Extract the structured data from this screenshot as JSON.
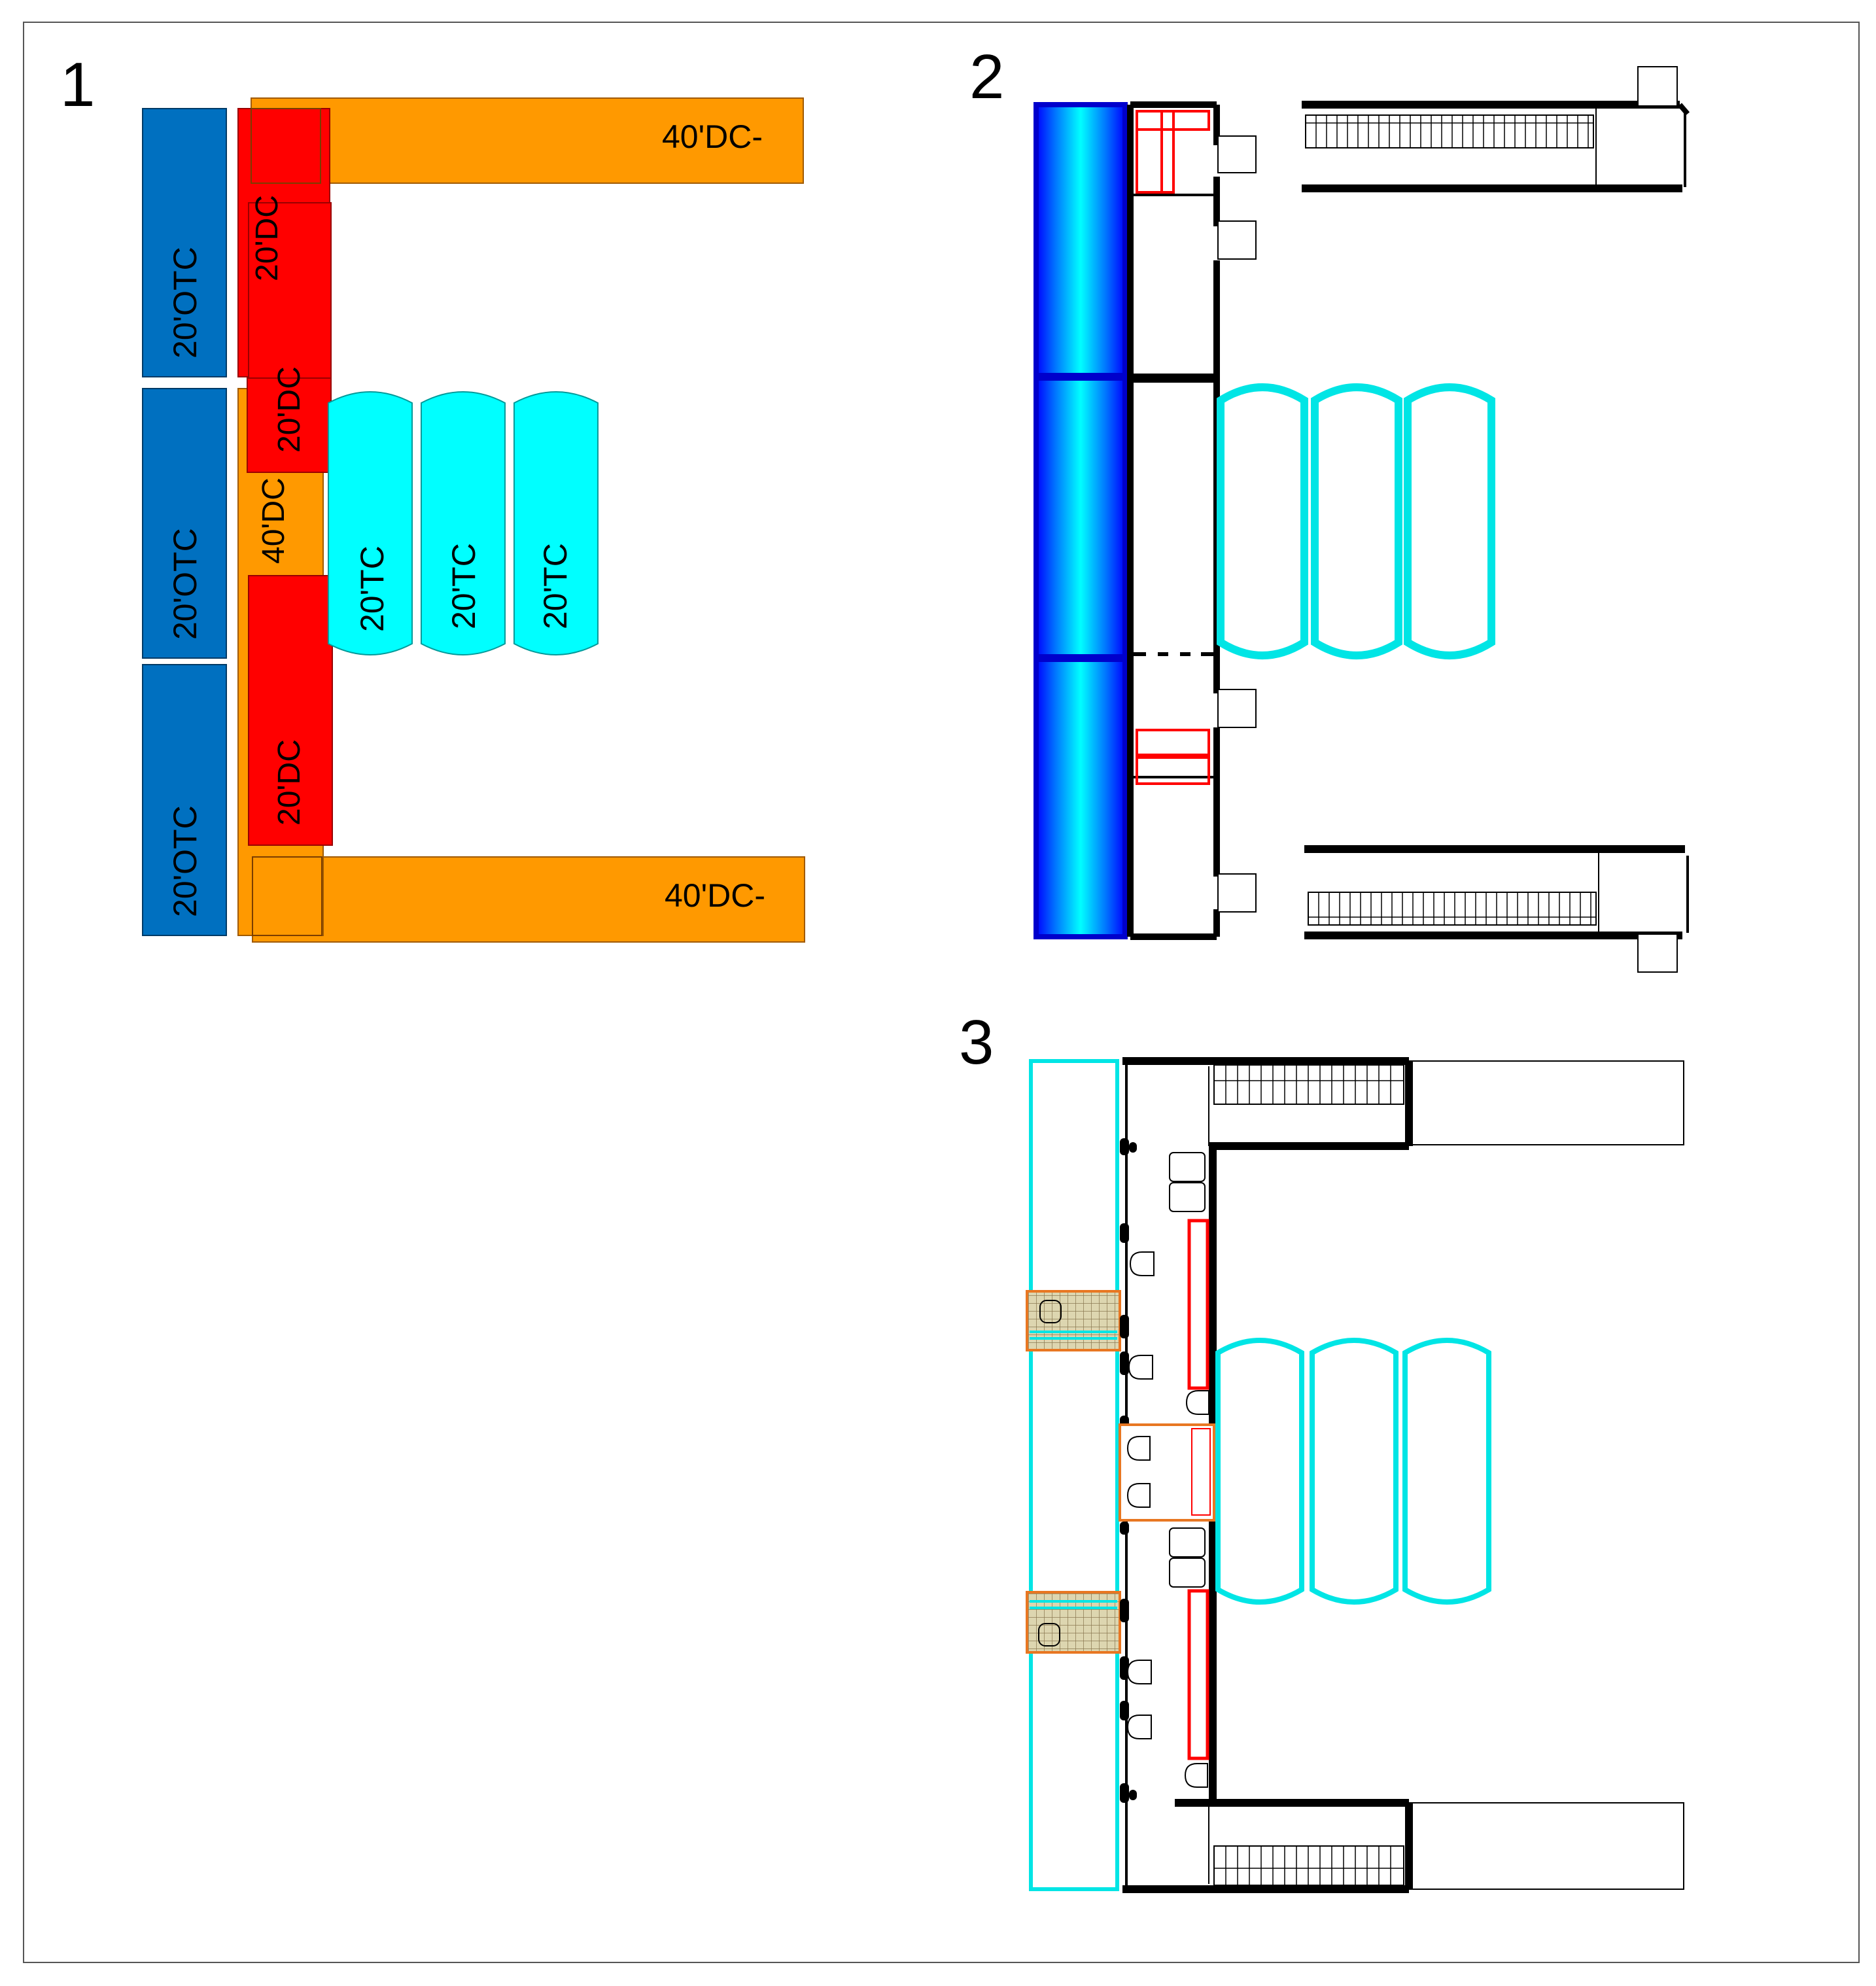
{
  "panels": [
    {
      "number": "1",
      "labels": {
        "dc40": "40'DC-",
        "otc20": "20'OTC",
        "dc20": "20'DC",
        "dc40_vertical": "40'DC",
        "tc20": "20'TC"
      }
    },
    {
      "number": "2"
    },
    {
      "number": "3"
    }
  ],
  "colors": {
    "orange_40dc": "#ff9900",
    "blue_20otc": "#0070c0",
    "red_20dc": "#ff0000",
    "cyan_20tc": "#00ffff",
    "royal_blue": "#0000ff",
    "outline_orange": "#e87722",
    "mesh_fill": "#ddd6b0",
    "wall": "#000000",
    "frame": "#555555"
  }
}
